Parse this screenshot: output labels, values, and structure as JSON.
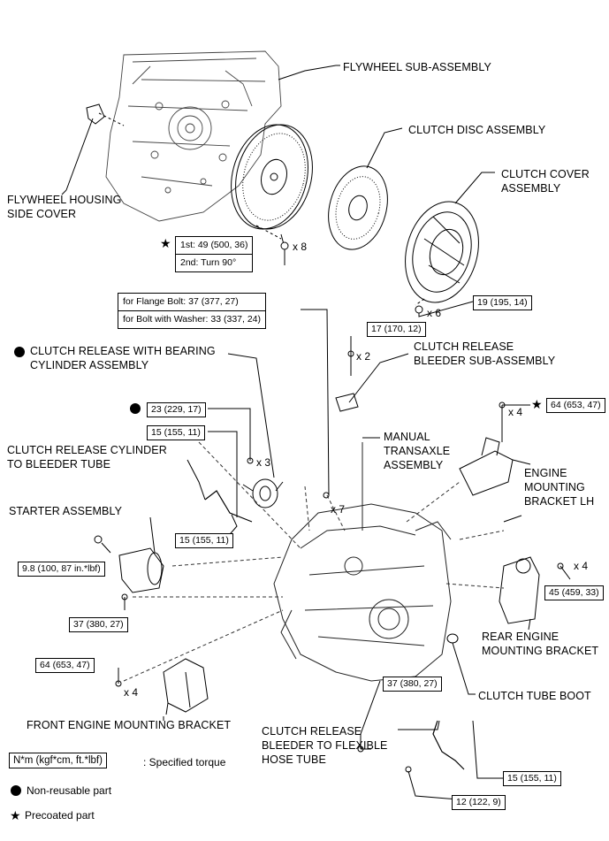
{
  "labels": {
    "flywheel": "FLYWHEEL SUB-ASSEMBLY",
    "clutch_disc": "CLUTCH DISC ASSEMBLY",
    "clutch_cover_1": "CLUTCH COVER",
    "clutch_cover_2": "ASSEMBLY",
    "housing_cover_1": "FLYWHEEL HOUSING",
    "housing_cover_2": "SIDE COVER",
    "release_bearing_1": "CLUTCH RELEASE WITH BEARING",
    "release_bearing_2": "CYLINDER ASSEMBLY",
    "bleeder_sub_1": "CLUTCH RELEASE",
    "bleeder_sub_2": "BLEEDER SUB-ASSEMBLY",
    "cyl_tube_1": "CLUTCH RELEASE CYLINDER",
    "cyl_tube_2": "TO BLEEDER TUBE",
    "transaxle_1": "MANUAL",
    "transaxle_2": "TRANSAXLE",
    "transaxle_3": "ASSEMBLY",
    "mount_lh_1": "ENGINE",
    "mount_lh_2": "MOUNTING",
    "mount_lh_3": "BRACKET LH",
    "starter": "STARTER ASSEMBLY",
    "rear_mount_1": "REAR ENGINE",
    "rear_mount_2": "MOUNTING BRACKET",
    "boot": "CLUTCH TUBE BOOT",
    "front_mount": "FRONT ENGINE MOUNTING BRACKET",
    "flex_tube_1": "CLUTCH RELEASE",
    "flex_tube_2": "BLEEDER TO FLEXIBLE",
    "flex_tube_3": "HOSE TUBE"
  },
  "torques": {
    "flywheel_1st": "1st: 49 (500, 36)",
    "flywheel_2nd": "2nd: Turn 90°",
    "cover": "19 (195, 14)",
    "flange": "for Flange Bolt: 37 (377, 27)",
    "washer": "for Bolt with Washer: 33 (337, 24)",
    "bleeder": "17 (170, 12)",
    "mount_lh": "64 (653, 47)",
    "release_cyl": "23 (229, 17)",
    "tube_upper": "15 (155, 11)",
    "tube_lower": "15 (155, 11)",
    "starter_top": "9.8 (100, 87 in.*lbf)",
    "starter_bottom": "37 (380, 27)",
    "rear_mount": "45 (459, 33)",
    "transaxle_bottom": "37 (380, 27)",
    "front_mount": "64 (653, 47)",
    "flex_tube": "15 (155, 11)",
    "flex_bolt": "12 (122, 9)"
  },
  "quantities": {
    "flywheel": "x 8",
    "cover": "x 6",
    "bleeder": "x 2",
    "mount_lh": "x 4",
    "release_cyl": "x 3",
    "transaxle": "x 7",
    "rear_mount": "x 4",
    "front_mount": "x 4"
  },
  "legend": {
    "unit": "N*m (kgf*cm, ft.*lbf)",
    "unit_desc": ": Specified torque",
    "non_reusable": "Non-reusable part",
    "precoated": "Precoated part"
  },
  "symbols": {
    "star": "★"
  }
}
